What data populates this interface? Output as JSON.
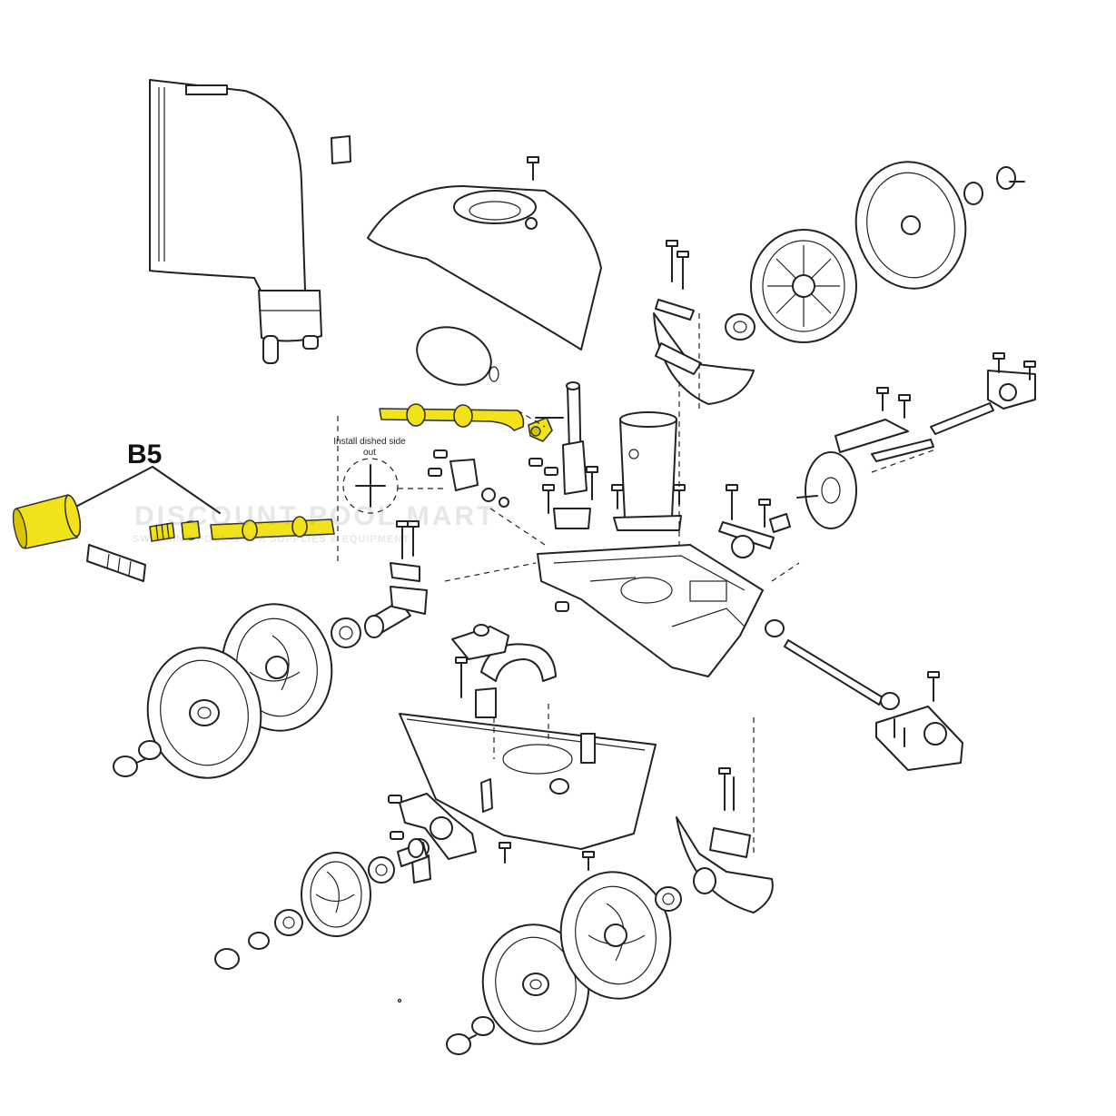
{
  "callout": {
    "label": "B5"
  },
  "install_note": {
    "text": "Install dished side out"
  },
  "watermark": {
    "line1": "DISCOUNT POOL MART",
    "line2": "SWIMMING POOL & SPA SUPPLIES & EQUIPMENT"
  },
  "colors": {
    "highlight": "#f2e21a",
    "line": "#222222",
    "background": "#ffffff"
  }
}
